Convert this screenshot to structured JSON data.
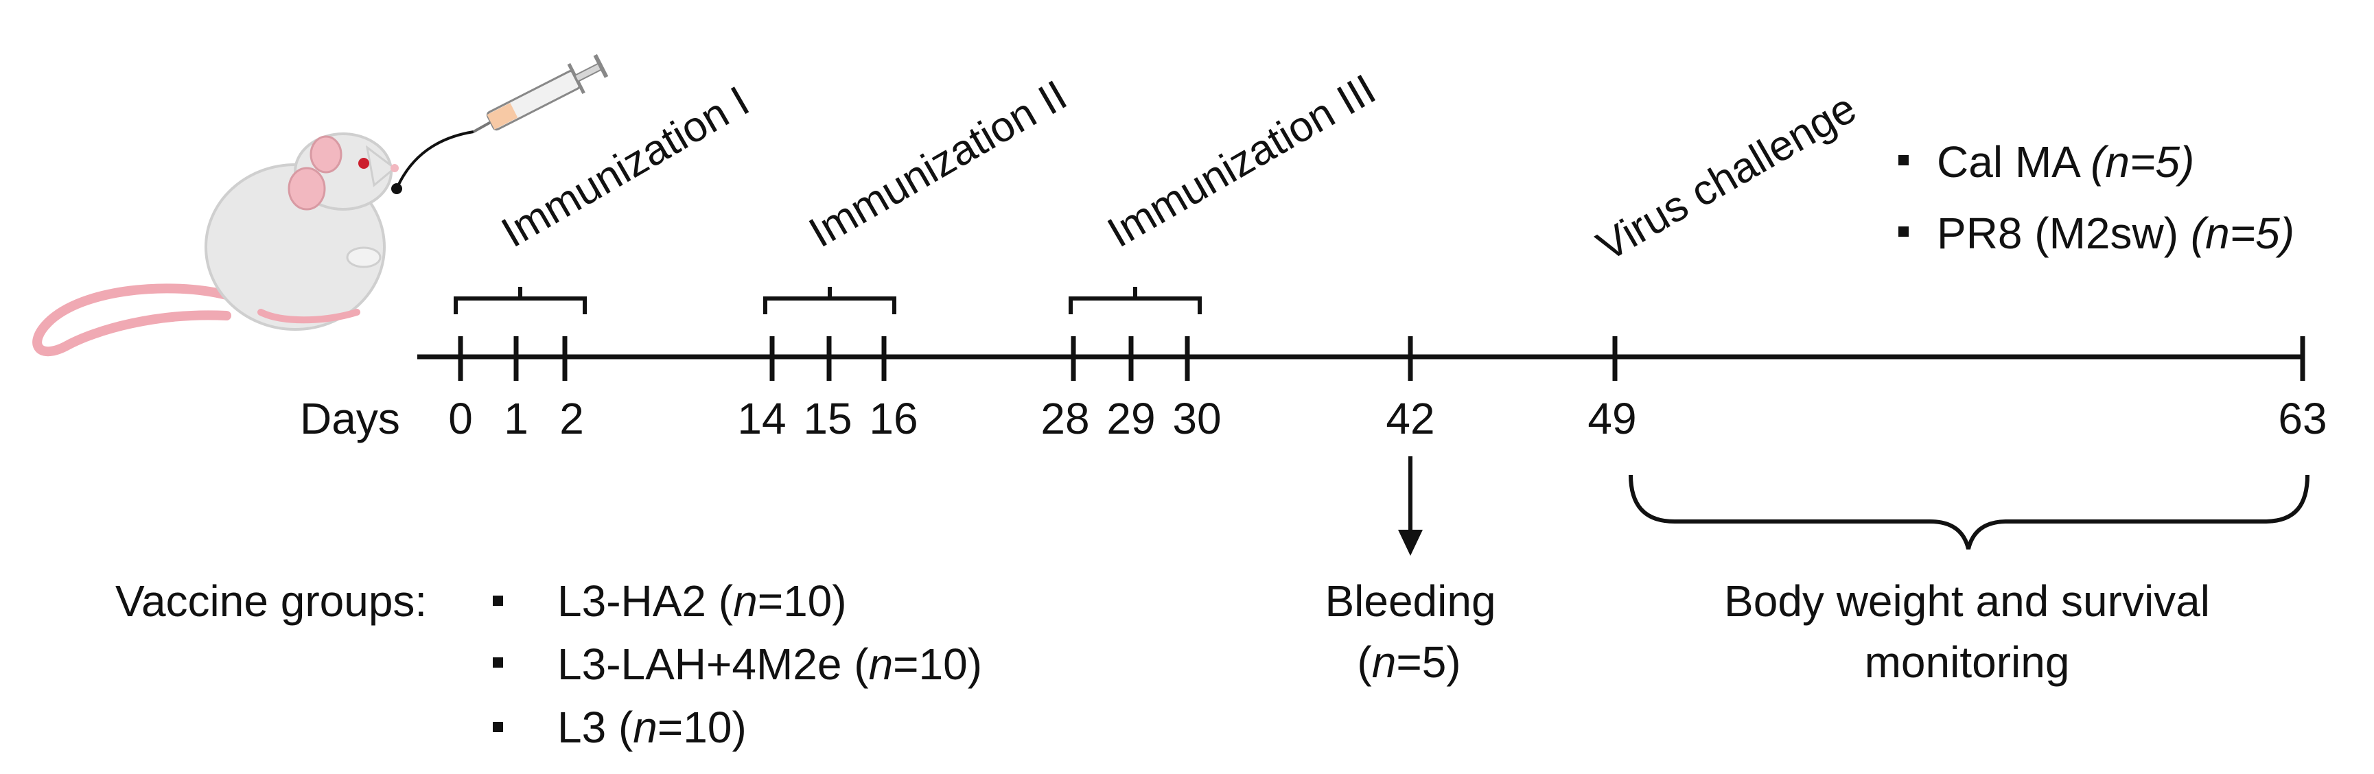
{
  "timeline": {
    "days_label": "Days",
    "ticks": [
      "0",
      "1",
      "2",
      "14",
      "15",
      "16",
      "28",
      "29",
      "30",
      "42",
      "49",
      "63"
    ]
  },
  "immunizations": [
    "Immunization I",
    "Immunization II",
    "Immunization III"
  ],
  "virus_challenge": "Virus challenge",
  "challenge_strains": [
    {
      "name": "Cal MA",
      "n": "(n=5)"
    },
    {
      "name": "PR8 (M2sw)",
      "n": "(n=5)"
    }
  ],
  "bleeding": {
    "label": "Bleeding",
    "n_prefix": "(",
    "n_italic": "n",
    "n_suffix": "=5)"
  },
  "monitoring": {
    "line1": "Body weight and survival",
    "line2": "monitoring"
  },
  "vaccine_groups": {
    "label": "Vaccine groups:",
    "items": [
      {
        "name": "L3-HA2",
        "n_prefix": "(",
        "n_italic": "n",
        "n_suffix": "=10)"
      },
      {
        "name": "L3-LAH+4M2e",
        "n_prefix": "(",
        "n_italic": "n",
        "n_suffix": "=10)"
      },
      {
        "name": "L3",
        "n_prefix": "(",
        "n_italic": "n",
        "n_suffix": "=10)"
      }
    ]
  },
  "icons": [
    "mouse-icon",
    "syringe-icon"
  ],
  "colors": {
    "ink": "#111111",
    "mouse_body": "#e8e8e8",
    "mouse_ear": "#f2b8c0",
    "mouse_tail": "#f0a9b3",
    "syringe_fluid": "#f7c9a5"
  }
}
